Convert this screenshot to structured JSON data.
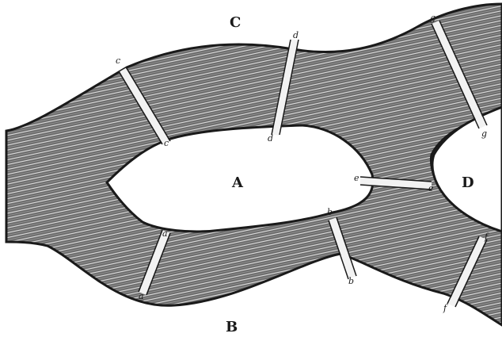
{
  "diagram": {
    "regions": {
      "A": "A",
      "B": "B",
      "C": "C",
      "D": "D"
    },
    "bridge_labels": {
      "a": "a",
      "b": "b",
      "c": "c",
      "d": "d",
      "e": "e",
      "f": "f",
      "g": "g",
      "a_upper": "a",
      "b_lower": "b",
      "c_upper": "c",
      "d_upper": "d",
      "f_upper": "f",
      "g_upper": "g",
      "e_right": "e"
    }
  }
}
